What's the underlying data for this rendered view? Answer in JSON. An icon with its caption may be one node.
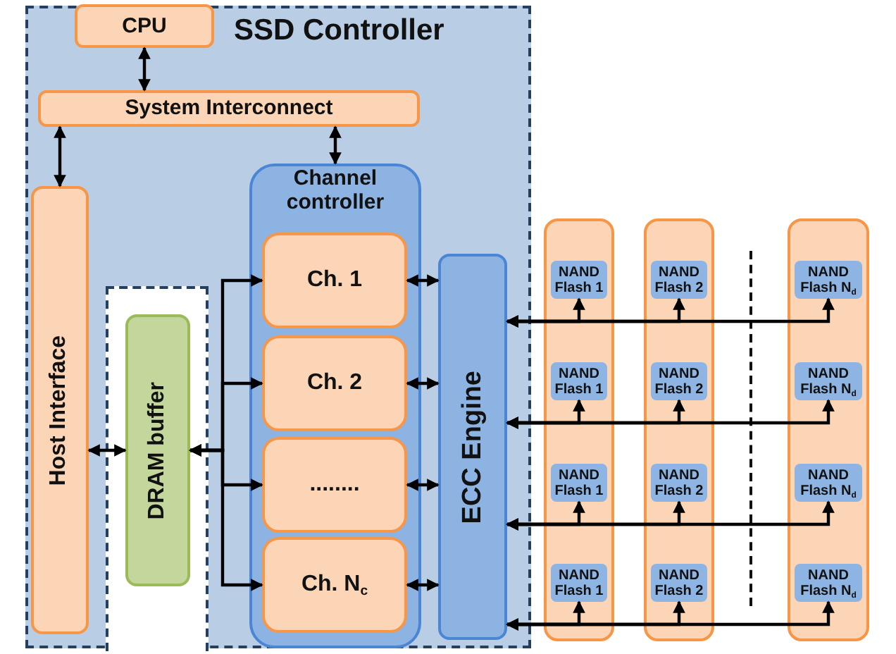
{
  "diagram": {
    "nodes": [
      {
        "text": [
          "SSD Controller"
        ]
      },
      {
        "text": [
          "CPU"
        ],
        "in": 0
      },
      {
        "text": [
          "System Interconnect"
        ],
        "in": 0
      },
      {
        "text": [
          "Host Interface"
        ],
        "in": 0
      },
      {
        "text": [
          "DRAM buffer"
        ],
        "in": 0
      },
      {
        "text": [
          "Channel controller"
        ],
        "in": 0
      },
      {
        "text": [
          "Ch. 1"
        ],
        "in": 5
      },
      {
        "text": [
          "Ch. 2"
        ],
        "in": 5
      },
      {
        "text": [
          "........"
        ],
        "in": 5
      },
      {
        "text": [
          "Ch. N$_{c}$"
        ],
        "in": 5
      },
      {
        "text": [
          "ECC Engine"
        ],
        "in": 0
      },
      {
        "text": [],
        "shape": "box"
      },
      {
        "text": [
          "NAND Flash 1"
        ],
        "in": 11
      },
      {
        "text": [
          "NAND Flash 1"
        ],
        "in": 11
      },
      {
        "text": [
          "NAND Flash 1"
        ],
        "in": 11
      },
      {
        "text": [
          "NAND Flash 1"
        ],
        "in": 11
      },
      {
        "text": [],
        "shape": "box"
      },
      {
        "text": [
          "NAND Flash 2"
        ],
        "in": 16
      },
      {
        "text": [
          "NAND Flash 2"
        ],
        "in": 16
      },
      {
        "text": [
          "NAND Flash 2"
        ],
        "in": 16
      },
      {
        "text": [
          "NAND Flash 2"
        ],
        "in": 16
      },
      {
        "text": [],
        "shape": "box"
      },
      {
        "text": [
          "NAND Flash N$_{d}$"
        ],
        "in": 21
      },
      {
        "text": [
          "NAND Flash N$_{d}$"
        ],
        "in": 21
      },
      {
        "text": [
          "NAND Flash N$_{d}$"
        ],
        "in": 21
      },
      {
        "text": [
          "NAND Flash N$_{d}$"
        ],
        "in": 21
      }
    ],
    "edges": [
      {
        "from": 1,
        "to": 2,
        "arrow": "both"
      },
      {
        "from": 2,
        "to": 3,
        "arrow": "both"
      },
      {
        "from": 2,
        "to": 5,
        "arrow": "both"
      },
      {
        "from": 3,
        "to": 4,
        "arrow": "both"
      },
      {
        "from": 4,
        "to": 6,
        "arrow": "both"
      },
      {
        "from": 4,
        "to": 7,
        "arrow": "both"
      },
      {
        "from": 4,
        "to": 8,
        "arrow": "both"
      },
      {
        "from": 4,
        "to": 9,
        "arrow": "both"
      },
      {
        "from": 6,
        "to": 10,
        "arrow": "both"
      },
      {
        "from": 7,
        "to": 10,
        "arrow": "both"
      },
      {
        "from": 8,
        "to": 10,
        "arrow": "both"
      },
      {
        "from": 9,
        "to": 10,
        "arrow": "both"
      },
      {
        "from": 10,
        "to": 12,
        "arrow": "both"
      },
      {
        "from": 10,
        "to": 17,
        "arrow": "both"
      },
      {
        "from": 10,
        "to": 22,
        "arrow": "both"
      },
      {
        "from": 10,
        "to": 13,
        "arrow": "both"
      },
      {
        "from": 10,
        "to": 18,
        "arrow": "both"
      },
      {
        "from": 10,
        "to": 23,
        "arrow": "both"
      },
      {
        "from": 10,
        "to": 14,
        "arrow": "both"
      },
      {
        "from": 10,
        "to": 19,
        "arrow": "both"
      },
      {
        "from": 10,
        "to": 24,
        "arrow": "both"
      },
      {
        "from": 10,
        "to": 15,
        "arrow": "both"
      },
      {
        "from": 10,
        "to": 20,
        "arrow": "both"
      },
      {
        "from": 10,
        "to": 25,
        "arrow": "both"
      }
    ]
  }
}
